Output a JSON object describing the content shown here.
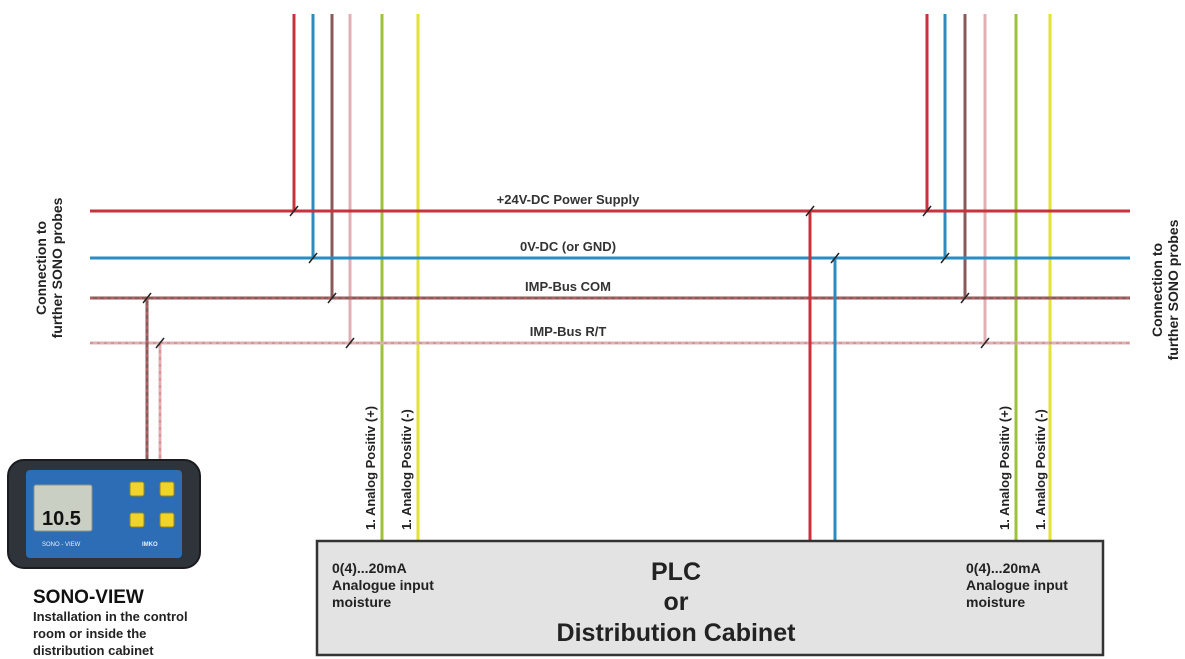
{
  "side_labels": {
    "left": [
      "Connection to",
      "further SONO probes"
    ],
    "right": [
      "Connection to",
      "further SONO probes"
    ]
  },
  "buses": [
    {
      "label": "+24V-DC Power Supply",
      "color": "#c8323c"
    },
    {
      "label": "0V-DC (or GND)",
      "color": "#2a8cc0"
    },
    {
      "label": "IMP-Bus  COM",
      "color": "#8a5a5a"
    },
    {
      "label": "IMP-Bus  R/T",
      "color": "#e0b0b4"
    }
  ],
  "analog_labels": {
    "left_pos": "1. Analog Positiv (+)",
    "left_neg": "1. Analog Positiv (-)",
    "right_pos": "1. Analog Positiv (+)",
    "right_neg": "1. Analog Positiv (-)"
  },
  "analog_colors": {
    "positive": "#9cc23a",
    "negative": "#e2e23a"
  },
  "plc": {
    "title_lines": [
      "PLC",
      "or",
      "Distribution Cabinet"
    ],
    "left_input": [
      "0(4)...20mA",
      "Analogue input",
      "moisture"
    ],
    "right_input": [
      "0(4)...20mA",
      "Analogue input",
      "moisture"
    ]
  },
  "sono_view": {
    "title": "SONO-VIEW",
    "desc_lines": [
      "Installation in the control",
      "room or inside the",
      "distribution cabinet"
    ],
    "display_value": "10.5",
    "device_label": "SONO - VIEW",
    "brand": "IMKO"
  }
}
